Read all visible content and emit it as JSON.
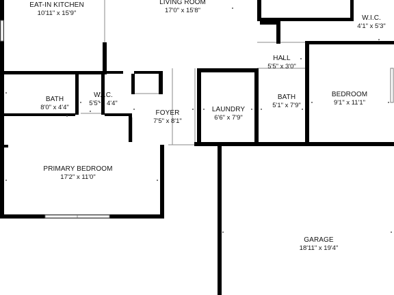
{
  "rooms": [
    {
      "id": "eat-in-kitchen",
      "name": "EAT-IN KITCHEN",
      "dims": "10'11\" x 15'9\""
    },
    {
      "id": "living-room",
      "name": "LIVING ROOM",
      "dims": "17'0\" x 15'8\""
    },
    {
      "id": "wic-top",
      "name": "W.I.C.",
      "dims": "4'1\" x 5'3\""
    },
    {
      "id": "hall",
      "name": "HALL",
      "dims": "5'5\" x 3'0\""
    },
    {
      "id": "bath-left",
      "name": "BATH",
      "dims": "8'0\" x 4'4\""
    },
    {
      "id": "wic-left",
      "name": "W.I.C.",
      "dims": "5'5\" x 4'4\""
    },
    {
      "id": "foyer",
      "name": "FOYER",
      "dims": "7'5\" x 8'1\""
    },
    {
      "id": "laundry",
      "name": "LAUNDRY",
      "dims": "6'6\" x 7'9\""
    },
    {
      "id": "bath-right",
      "name": "BATH",
      "dims": "5'1\" x 7'9\""
    },
    {
      "id": "bedroom",
      "name": "BEDROOM",
      "dims": "9'1\" x 11'1\""
    },
    {
      "id": "primary-bedroom",
      "name": "PRIMARY BEDROOM",
      "dims": "17'2\" x 11'0\""
    },
    {
      "id": "garage",
      "name": "GARAGE",
      "dims": "18'11\" x 19'4\""
    }
  ],
  "colors": {
    "wall": "#000000",
    "label": "#111111",
    "background": "#ffffff"
  }
}
